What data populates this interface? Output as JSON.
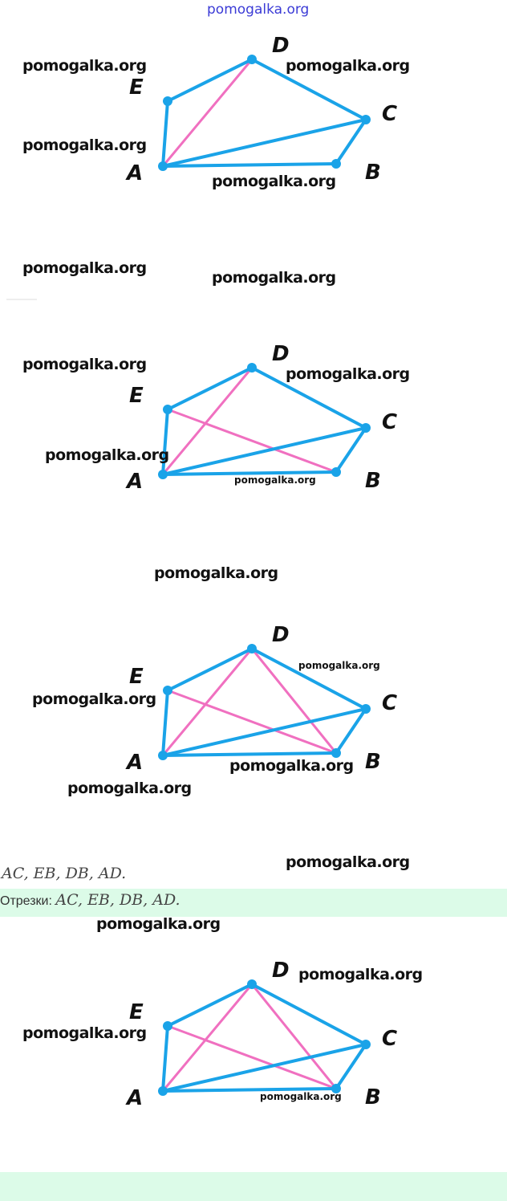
{
  "header_watermark": "pomogalka.org",
  "watermark": "pomogalka.org",
  "figure": {
    "vertex_labels": [
      "A",
      "B",
      "C",
      "D",
      "E"
    ],
    "polygon_edges": [
      "AB",
      "BC",
      "CD",
      "DE",
      "EA",
      "AC"
    ],
    "colors": {
      "edge": "#1aa3e8",
      "diagonal": "#f070c0"
    },
    "steps": [
      [
        "AD"
      ],
      [
        "AD",
        "EB"
      ],
      [
        "AD",
        "EB",
        "DB"
      ],
      [
        "AD",
        "EB",
        "DB"
      ]
    ]
  },
  "answer": {
    "segments_text": "AC, EB, DB, AD.",
    "label": "Отрезки:"
  }
}
